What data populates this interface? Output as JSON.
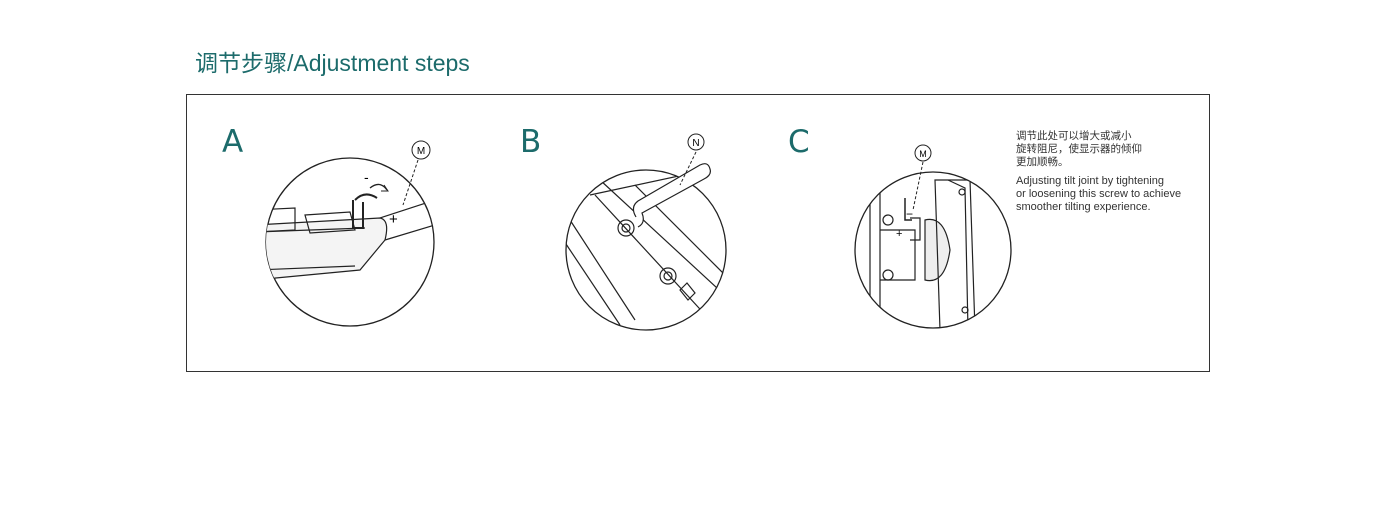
{
  "title": "调节步骤/Adjustment steps",
  "steps": [
    {
      "letter": "A",
      "marker": "M",
      "minus": "-",
      "plus": "+"
    },
    {
      "letter": "B",
      "marker": "N"
    },
    {
      "letter": "C",
      "marker": "M",
      "minus": "−",
      "plus": "+"
    }
  ],
  "note": {
    "zh_lines": [
      "调节此处可以增大或减小",
      "旋转阻尼，使显示器的倾仰",
      "更加顺畅。"
    ],
    "en_lines": [
      "Adjusting tilt joint by tightening",
      "or loosening this screw to achieve",
      "smoother tilting experience."
    ]
  },
  "colors": {
    "accent": "#1c6b6b",
    "line": "#222222"
  }
}
